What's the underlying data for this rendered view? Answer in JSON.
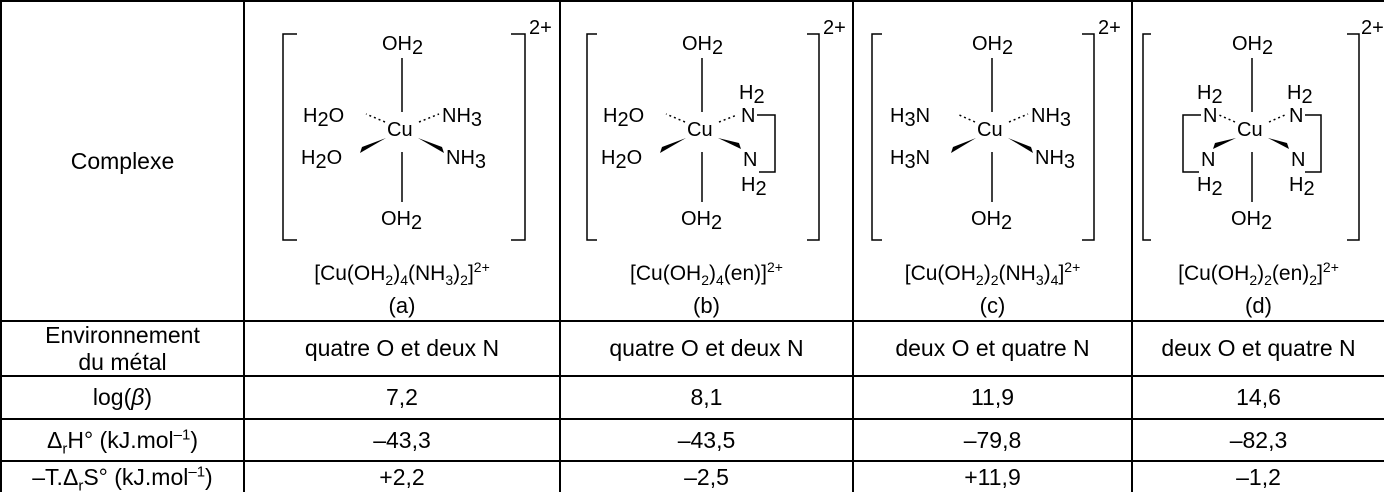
{
  "header": {
    "label": "Complexe",
    "charge": "2+"
  },
  "complexes": [
    {
      "letter": "(a)",
      "formula": {
        "a": "[Cu(OH",
        "b": "2",
        "c": ")",
        "d": "4",
        "e": "(NH",
        "f": "3",
        "g": ")",
        "h": "2",
        "i": "]",
        "charge": "2+"
      },
      "structure": {
        "top": "OH2",
        "bottom": "OH2",
        "upperLeft": "H2O",
        "lowerLeft": "H2O",
        "upperRight": "NH3",
        "lowerRight": "NH3"
      }
    },
    {
      "letter": "(b)",
      "formula": {
        "a": "[Cu(OH",
        "b": "2",
        "c": ")",
        "d": "4",
        "e": "(en)",
        "i": "]",
        "charge": "2+"
      },
      "structure": {
        "top": "OH2",
        "bottom": "OH2",
        "upperLeft": "H2O",
        "lowerLeft": "H2O",
        "rightChelate": "en"
      }
    },
    {
      "letter": "(c)",
      "formula": {
        "a": "[Cu(OH",
        "b": "2",
        "c": ")",
        "d": "2",
        "e": "(NH",
        "f": "3",
        "g": ")",
        "h": "4",
        "i": "]",
        "charge": "2+"
      },
      "structure": {
        "top": "OH2",
        "bottom": "OH2",
        "upperLeft": "H3N",
        "lowerLeft": "H3N",
        "upperRight": "NH3",
        "lowerRight": "NH3"
      }
    },
    {
      "letter": "(d)",
      "formula": {
        "a": "[Cu(OH",
        "b": "2",
        "c": ")",
        "d": "2",
        "e": "(en)",
        "h": "2",
        "i": "]",
        "charge": "2+"
      },
      "structure": {
        "top": "OH2",
        "bottom": "OH2",
        "leftChelate": "en",
        "rightChelate": "en"
      }
    }
  ],
  "rows": [
    {
      "label": "Environnement du métal",
      "labelLine1": "Environnement",
      "labelLine2": "du métal",
      "values": [
        "quatre O et deux N",
        "quatre O et deux N",
        "deux O et quatre N",
        "deux O et quatre N"
      ]
    },
    {
      "label": "log(β)",
      "labelPre": "log(",
      "labelBeta": "β",
      "labelPost": ")",
      "values": [
        "7,2",
        "8,1",
        "11,9",
        "14,6"
      ]
    },
    {
      "label": "ΔrH° (kJ.mol–1)",
      "labelA": "Δ",
      "labelSub": "r",
      "labelB": "H° (kJ.mol",
      "labelSup": "–1",
      "labelC": ")",
      "values": [
        "–43,3",
        "–43,5",
        "–79,8",
        "–82,3"
      ]
    },
    {
      "label": "–T.ΔrS° (kJ.mol–1)",
      "labelA": "–T.Δ",
      "labelSub": "r",
      "labelB": "S° (kJ.mol",
      "labelSup": "–1",
      "labelC": ")",
      "values": [
        "+2,2",
        "–2,5",
        "+11,9",
        "–1,2"
      ]
    }
  ]
}
